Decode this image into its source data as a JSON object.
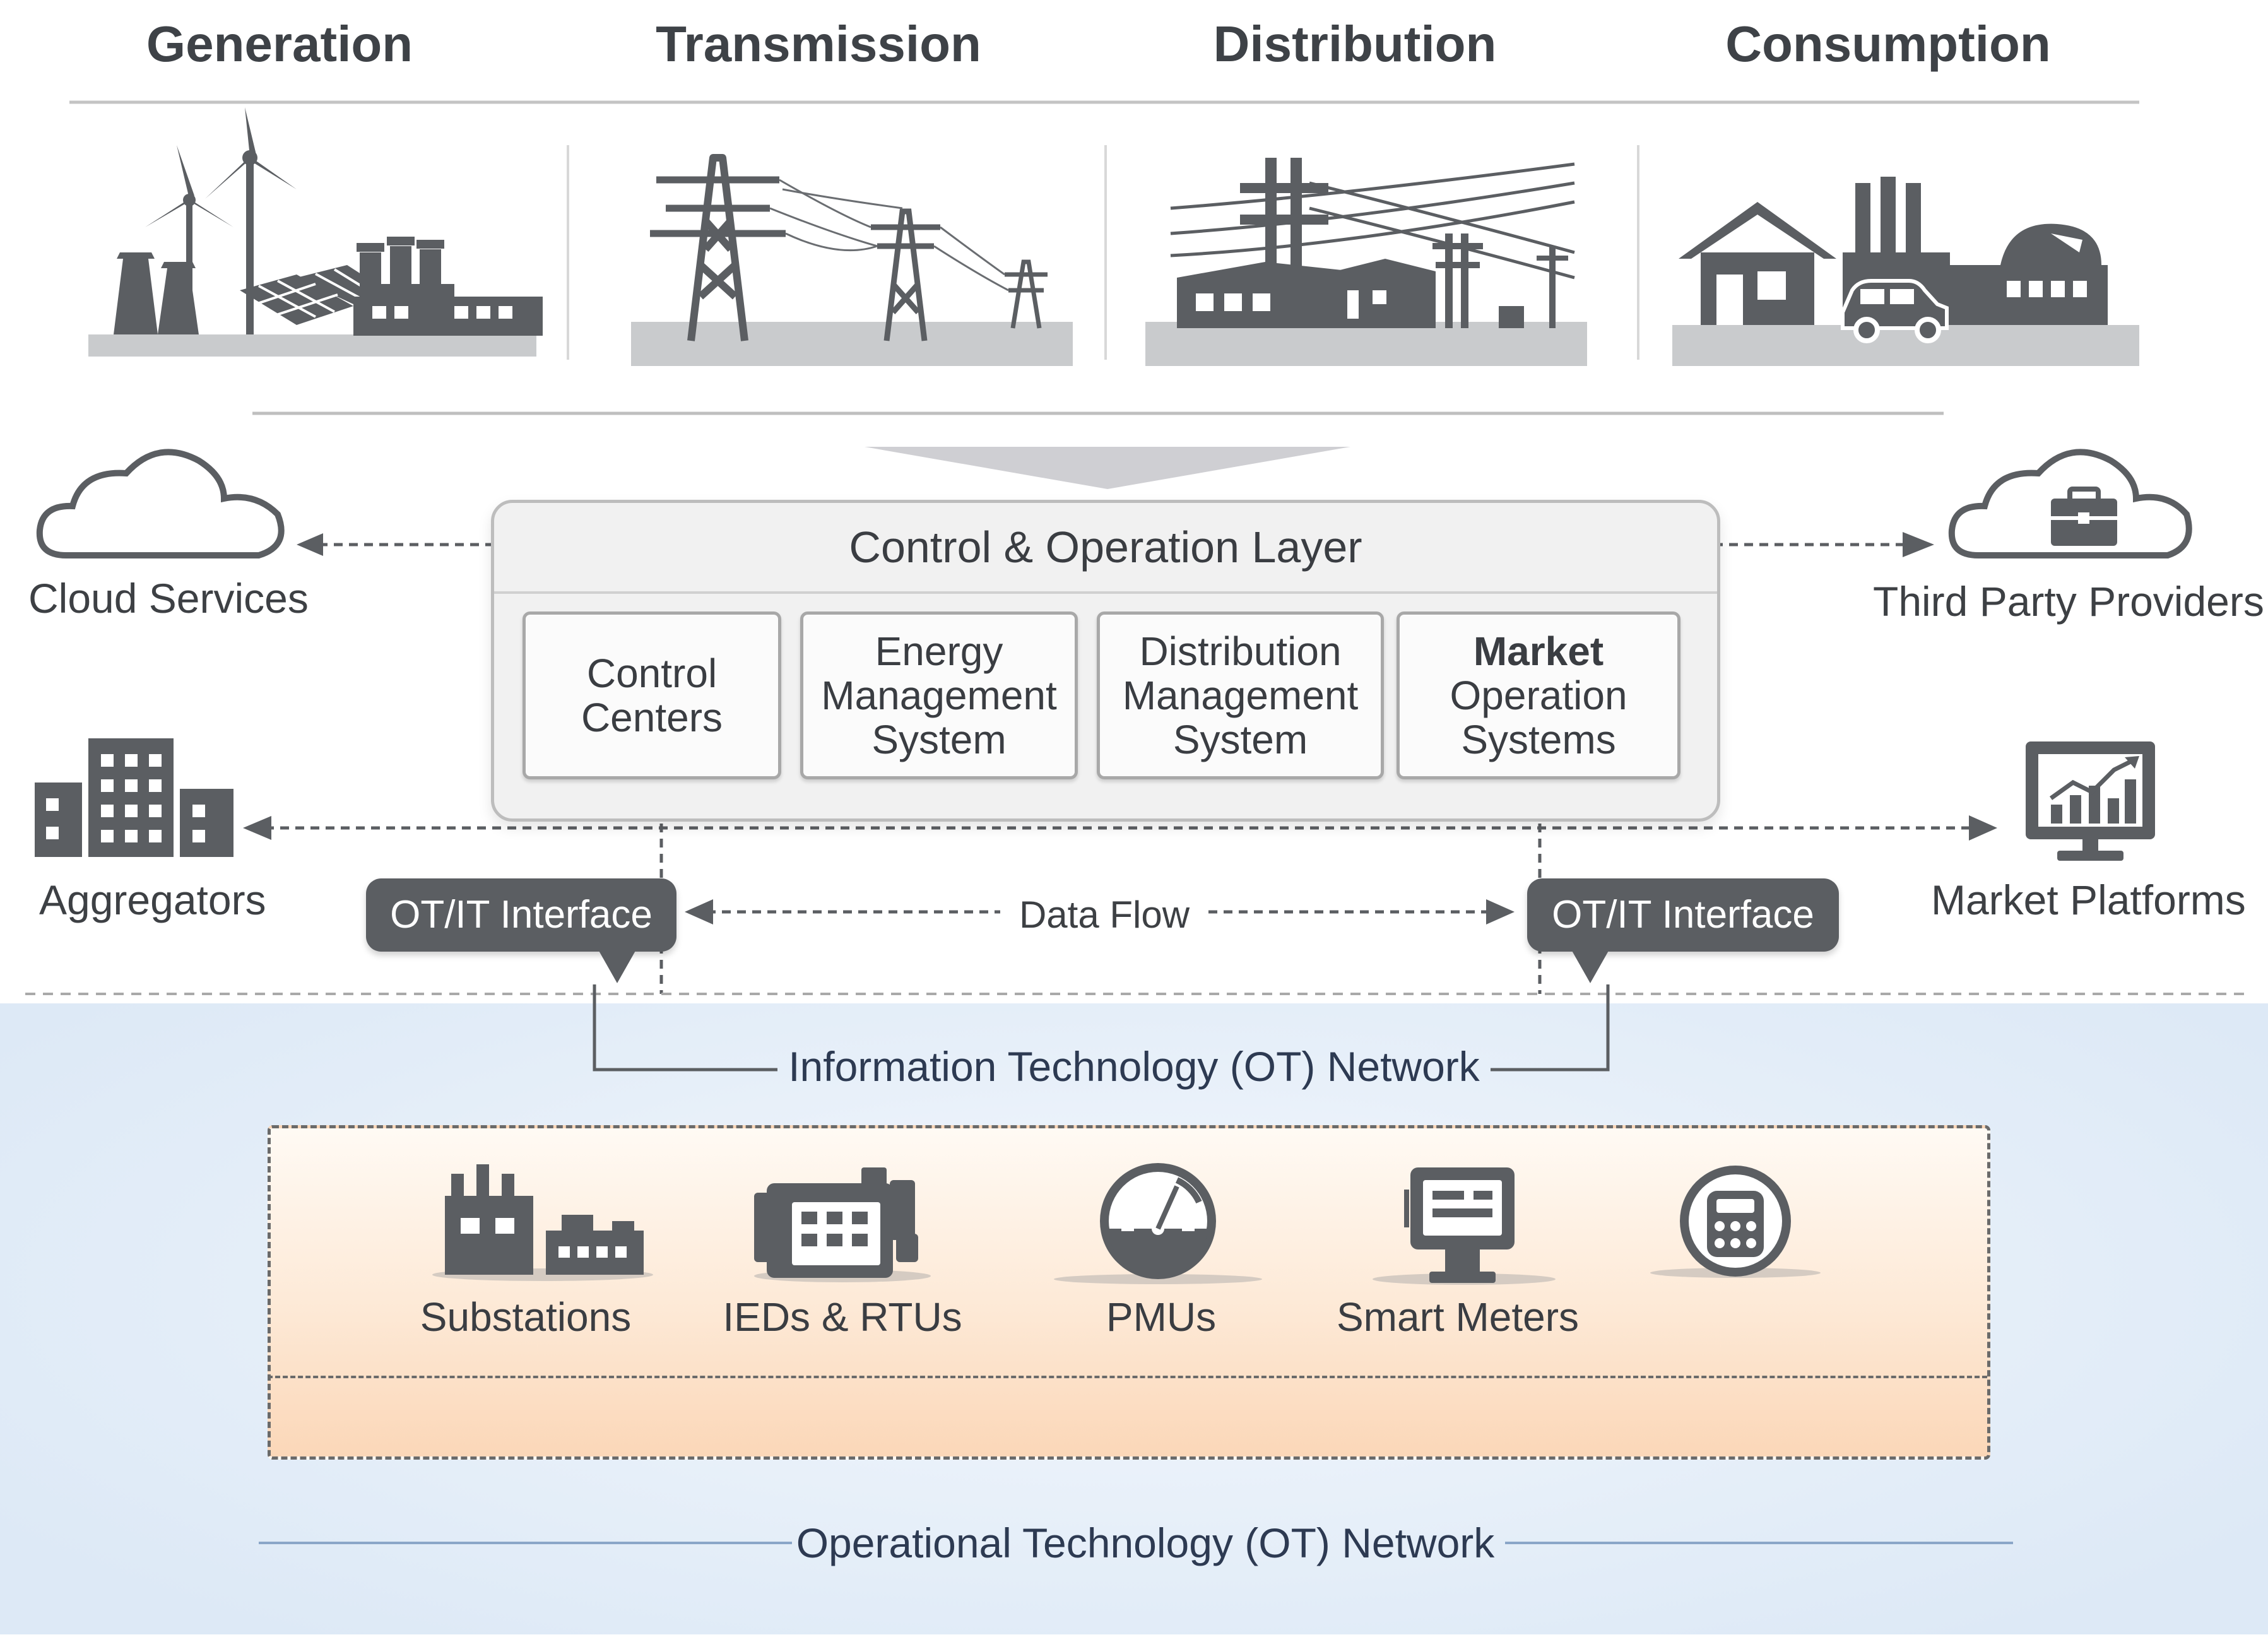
{
  "stages": [
    "Generation",
    "Transmission",
    "Distribution",
    "Consumption"
  ],
  "control_layer": {
    "title": "Control & Operation Layer",
    "systems": [
      {
        "lines": [
          "Control",
          "Centers"
        ]
      },
      {
        "lines": [
          "Energy",
          "Management",
          "System"
        ]
      },
      {
        "lines": [
          "Distribution",
          "Management",
          "System"
        ]
      },
      {
        "lines": [
          "Market",
          "Operation",
          "Systems"
        ]
      }
    ]
  },
  "external": {
    "cloud_services": "Cloud Services",
    "third_party": "Third Party Providers",
    "aggregators": "Aggregators",
    "market_platforms": "Market Platforms"
  },
  "interfaces": {
    "left": "OT/IT Interface",
    "right": "OT/IT Interface",
    "data_flow": "Data Flow"
  },
  "networks": {
    "it": "Information Technology (OT) Network",
    "ot": "Operational Technology (OT) Network"
  },
  "field_devices": [
    "Substations",
    "IEDs & RTUs",
    "PMUs",
    "Smart Meters"
  ],
  "colors": {
    "icon": "#5b5e62",
    "ground": "#c9cbcd",
    "interface_fill": "#5b5e62",
    "network_text": "#2d3a52",
    "field_top": "#fffaf4",
    "field_bottom": "#fbd7b8",
    "blue_zone": "#e3edf8"
  }
}
